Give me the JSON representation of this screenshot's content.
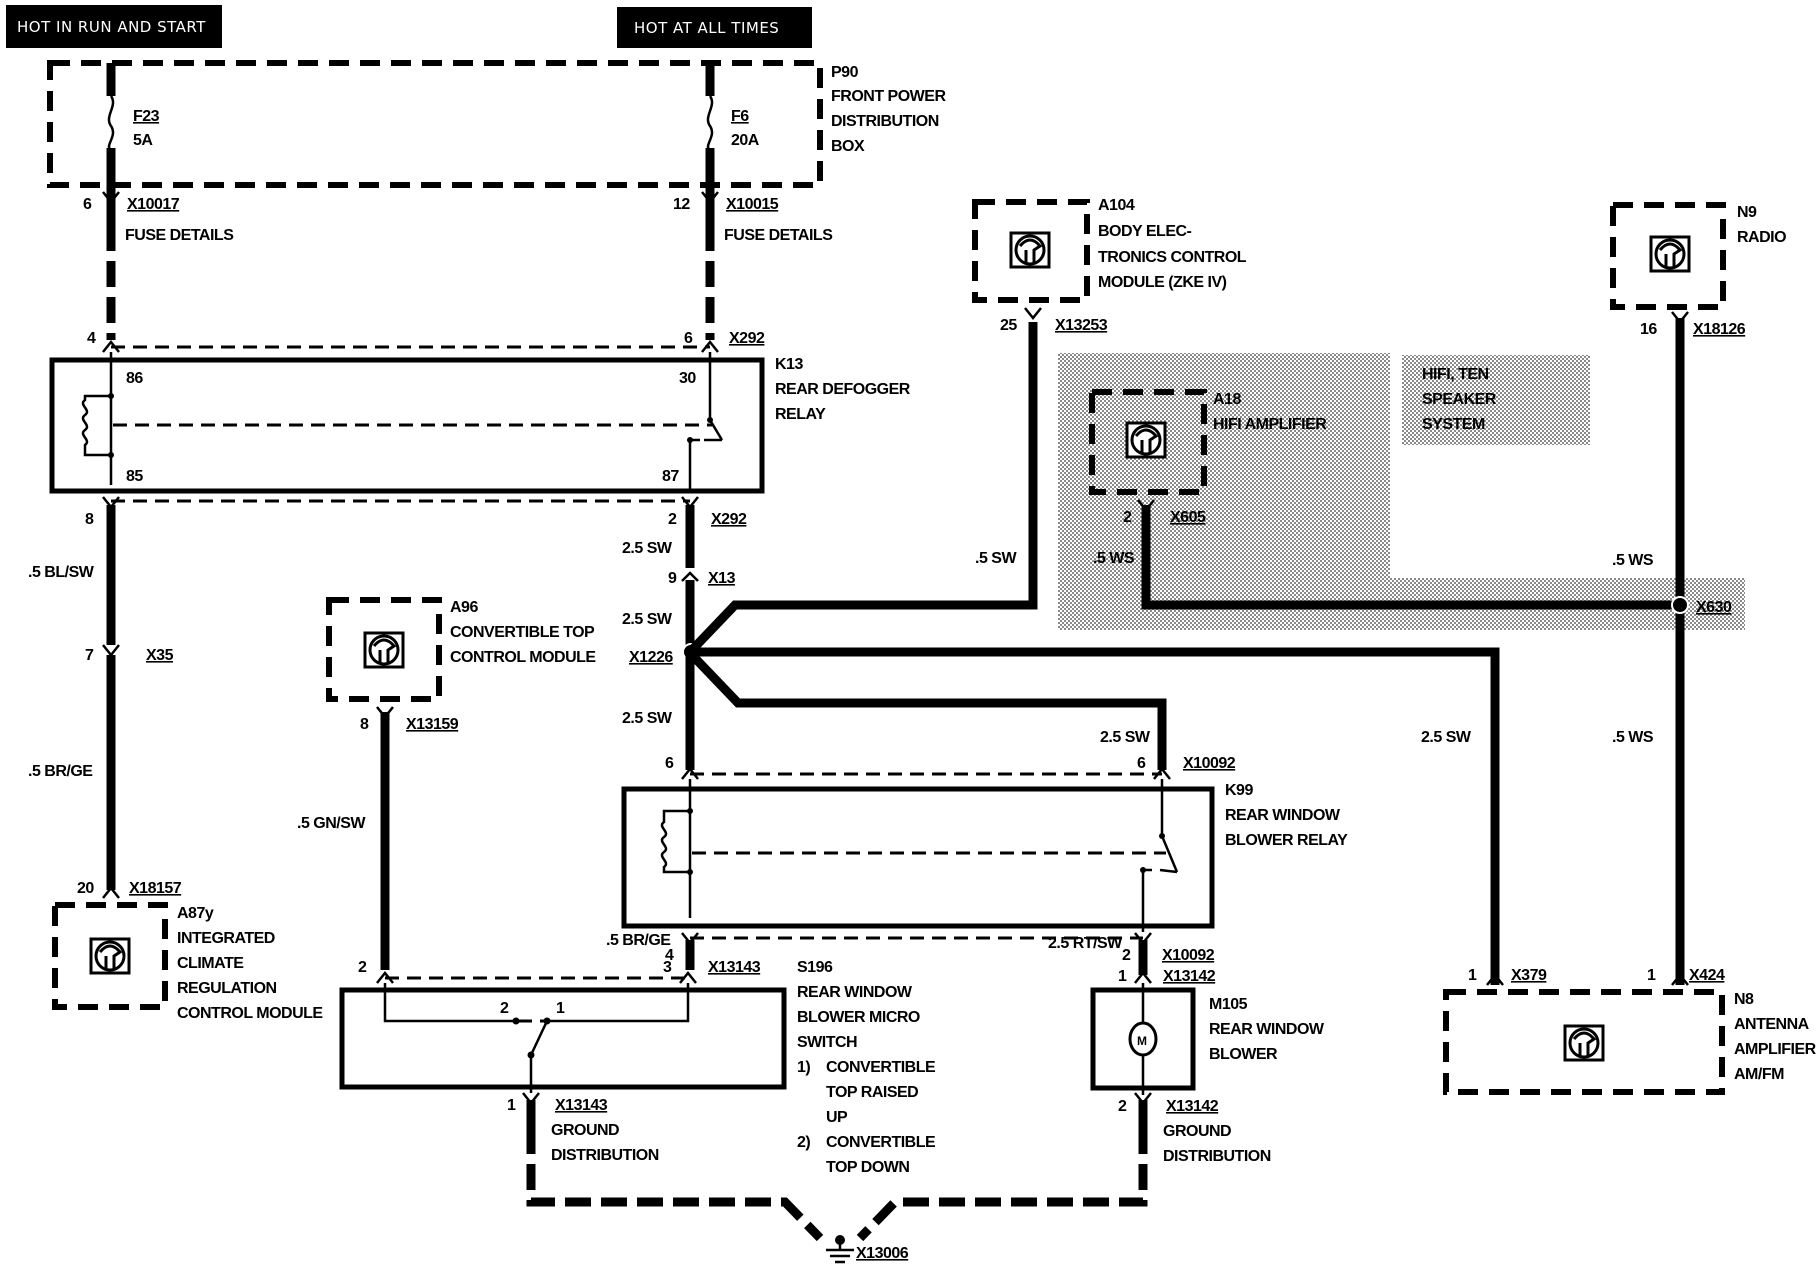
{
  "headers": {
    "hot_run_start": "HOT  IN RUN AND START",
    "hot_all_times": "HOT  AT ALL  TIMES"
  },
  "p90": {
    "id": "P90",
    "lines": [
      "FRONT POWER",
      "DISTRIBUTION",
      "BOX"
    ],
    "fuse_left": {
      "id": "F23",
      "rating": "5A"
    },
    "fuse_right": {
      "id": "F6",
      "rating": "20A"
    }
  },
  "connectors": {
    "x10017": {
      "pin": "6",
      "id": "X10017",
      "note": "FUSE DETAILS"
    },
    "x10015": {
      "pin": "12",
      "id": "X10015",
      "note": "FUSE DETAILS"
    },
    "x292_top_left_pin": "4",
    "x292_top": {
      "pin": "6",
      "id": "X292"
    },
    "x292_bottom_left_pin": "8",
    "x292_bottom": {
      "pin": "2",
      "id": "X292"
    },
    "x13": {
      "pin": "9",
      "id": "X13"
    },
    "x1226": {
      "id": "X1226"
    },
    "x35": {
      "pin": "7",
      "id": "X35"
    },
    "x18157": {
      "pin": "20",
      "id": "X18157"
    },
    "x13159": {
      "pin": "8",
      "id": "X13159"
    },
    "x13253": {
      "pin": "25",
      "id": "X13253"
    },
    "x605": {
      "pin": "2",
      "id": "X605"
    },
    "x18126": {
      "pin": "16",
      "id": "X18126"
    },
    "x630": {
      "id": "X630"
    },
    "x10092_top_left_pin": "6",
    "x10092_top": {
      "pin": "6",
      "id": "X10092"
    },
    "x10092_bottom_left_pin": "4",
    "x10092_bottom": {
      "pin": "2",
      "id": "X10092"
    },
    "x13143_top_left_pin": "2",
    "x13143_top": {
      "pin": "3",
      "id": "X13143"
    },
    "x13143_bottom": {
      "pin": "1",
      "id": "X13143",
      "lines": [
        "GROUND",
        "DISTRIBUTION"
      ]
    },
    "x13142_top": {
      "pin": "1",
      "id": "X13142"
    },
    "x13142_bottom": {
      "pin": "2",
      "id": "X13142",
      "lines": [
        "GROUND",
        "DISTRIBUTION"
      ]
    },
    "x379": {
      "pin": "1",
      "id": "X379"
    },
    "x424": {
      "pin": "1",
      "id": "X424"
    },
    "x13006": {
      "id": "X13006"
    }
  },
  "k13": {
    "id": "K13",
    "lines": [
      "REAR DEFOGGER",
      "RELAY"
    ],
    "terminals": {
      "t86": "86",
      "t85": "85",
      "t30": "30",
      "t87": "87"
    }
  },
  "k99": {
    "id": "K99",
    "lines": [
      "REAR WINDOW",
      "BLOWER RELAY"
    ]
  },
  "a104": {
    "id": "A104",
    "lines": [
      "BODY ELEC-",
      "TRONICS CONTROL",
      "MODULE (ZKE IV)"
    ]
  },
  "n9": {
    "id": "N9",
    "lines": [
      "RADIO"
    ]
  },
  "a18": {
    "id": "A18",
    "lines": [
      "HIFI AMPLIFIER"
    ]
  },
  "hifi_note": {
    "lines": [
      "HIFI, TEN",
      "SPEAKER",
      "SYSTEM"
    ]
  },
  "a96": {
    "id": "A96",
    "lines": [
      "CONVERTIBLE TOP",
      "CONTROL MODULE"
    ]
  },
  "a87y": {
    "id": "A87y",
    "lines": [
      "INTEGRATED",
      "CLIMATE",
      "REGULATION",
      "CONTROL MODULE"
    ]
  },
  "s196": {
    "id": "S196",
    "lines": [
      "REAR WINDOW",
      "BLOWER MICRO",
      "SWITCH"
    ],
    "notes": [
      {
        "num": "1)",
        "lines": [
          "CONVERTIBLE",
          "TOP RAISED",
          "UP"
        ]
      },
      {
        "num": "2)",
        "lines": [
          "CONVERTIBLE",
          "TOP DOWN"
        ]
      }
    ],
    "contacts": {
      "c2": "2",
      "c1": "1"
    }
  },
  "m105": {
    "id": "M105",
    "lines": [
      "REAR WINDOW",
      "BLOWER"
    ],
    "motor_symbol": "M"
  },
  "n8": {
    "id": "N8",
    "lines": [
      "ANTENNA",
      "AMPLIFIER",
      "AM/FM"
    ]
  },
  "wires": {
    "bl_sw": ".5 BL/SW",
    "br_ge_left": ".5 BR/GE",
    "gn_sw": ".5 GN/SW",
    "sw_25_a": "2.5 SW",
    "sw_25_b": "2.5 SW",
    "sw_25_c": "2.5 SW",
    "sw_25_k99": "2.5 SW",
    "sw_25_n8": "2.5 SW",
    "br_ge_mid": ".5 BR/GE",
    "rt_sw": "2.5 RT/SW",
    "sw_05_a104": ".5 SW",
    "ws_a18": ".5 WS",
    "ws_n9": ".5 WS",
    "ws_n8": ".5 WS"
  }
}
